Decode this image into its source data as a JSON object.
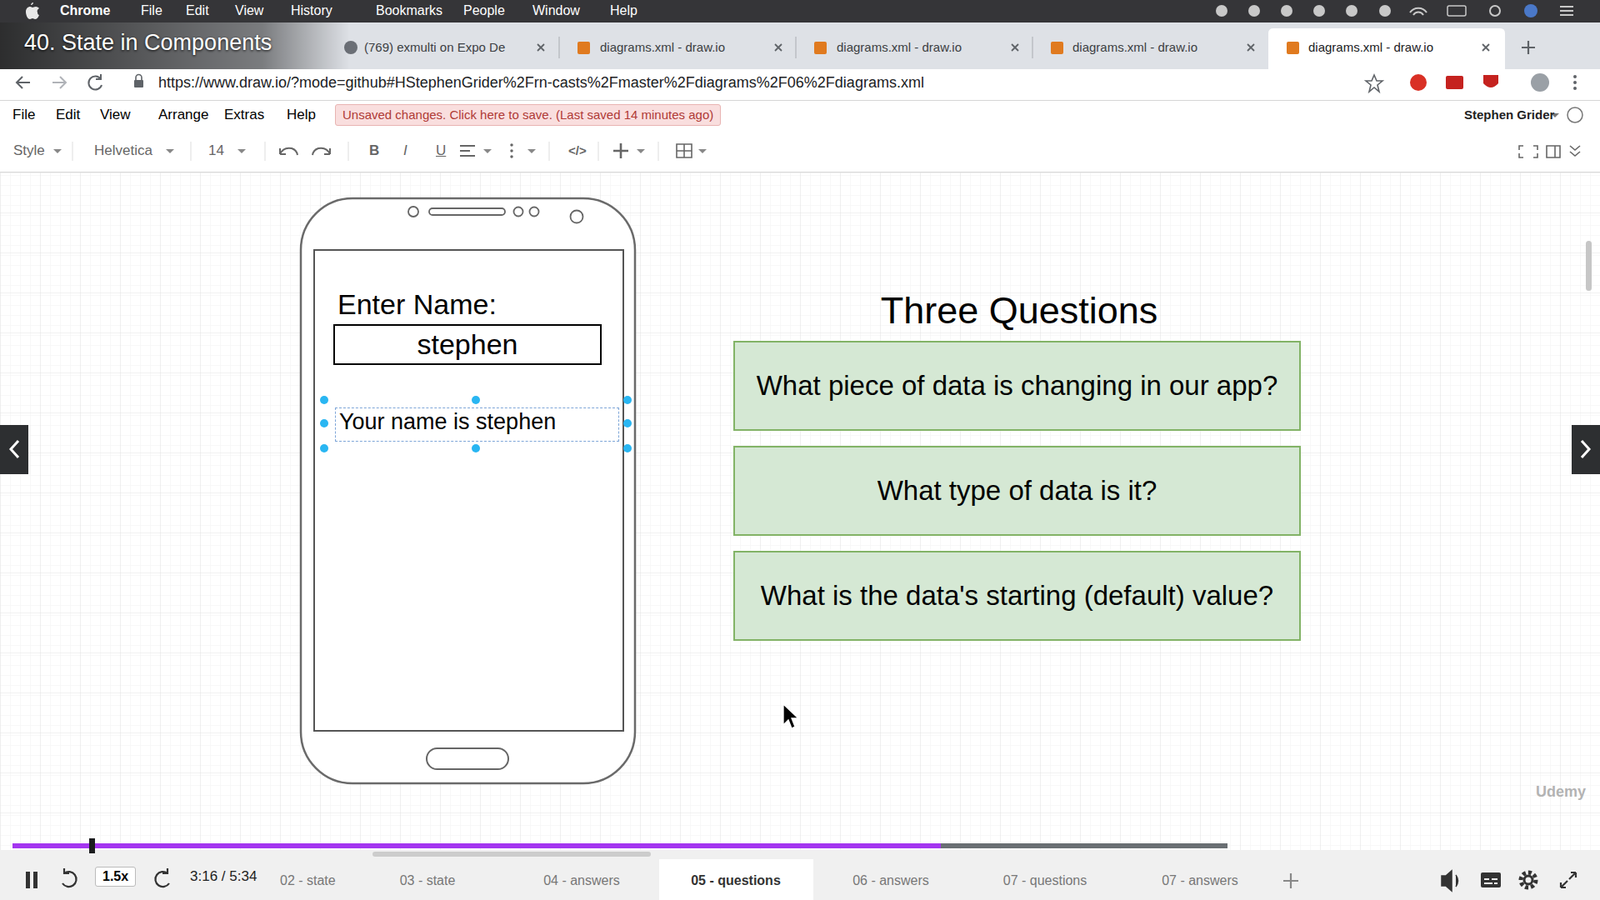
{
  "diagram": {
    "title": "Three Questions",
    "nodes": [
      {
        "text": [
          "stephen"
        ]
      },
      {
        "text": [
          "Your name is stephen"
        ]
      },
      {
        "text": [
          "What piece of data is changing in our app?"
        ]
      },
      {
        "text": [
          "What type of data is it?"
        ]
      },
      {
        "text": [
          "What is the data's starting (default) value?"
        ]
      }
    ],
    "labels": [
      "Chrome",
      "File",
      "Edit",
      "View",
      "History",
      "Bookmarks",
      "People",
      "Window",
      "Help",
      "40. State in Components",
      "(769) exmulti on Expo De",
      "diagrams.xml - draw.io",
      "diagrams.xml - draw.io",
      "diagrams.xml - draw.io",
      "diagrams.xml - draw.io",
      "https://www.draw.io/?mode=github#HStephenGrider%2Frn-casts%2Fmaster%2Fdiagrams%2F06%2Fdiagrams.xml",
      "File",
      "Edit",
      "View",
      "Arrange",
      "Extras",
      "Help",
      "Unsaved changes. Click here to save. (Last saved 14 minutes ago)",
      "Stephen Grider",
      "Style",
      "Helvetica",
      "14",
      "B",
      "I",
      "U",
      "</>",
      "Enter Name:",
      "1.5x",
      "3:16 / 5:34",
      "02 - state",
      "03 - state",
      "04 - answers",
      "05 - questions",
      "06 - answers",
      "07 - questions",
      "07 - answers",
      "Udemy"
    ]
  }
}
